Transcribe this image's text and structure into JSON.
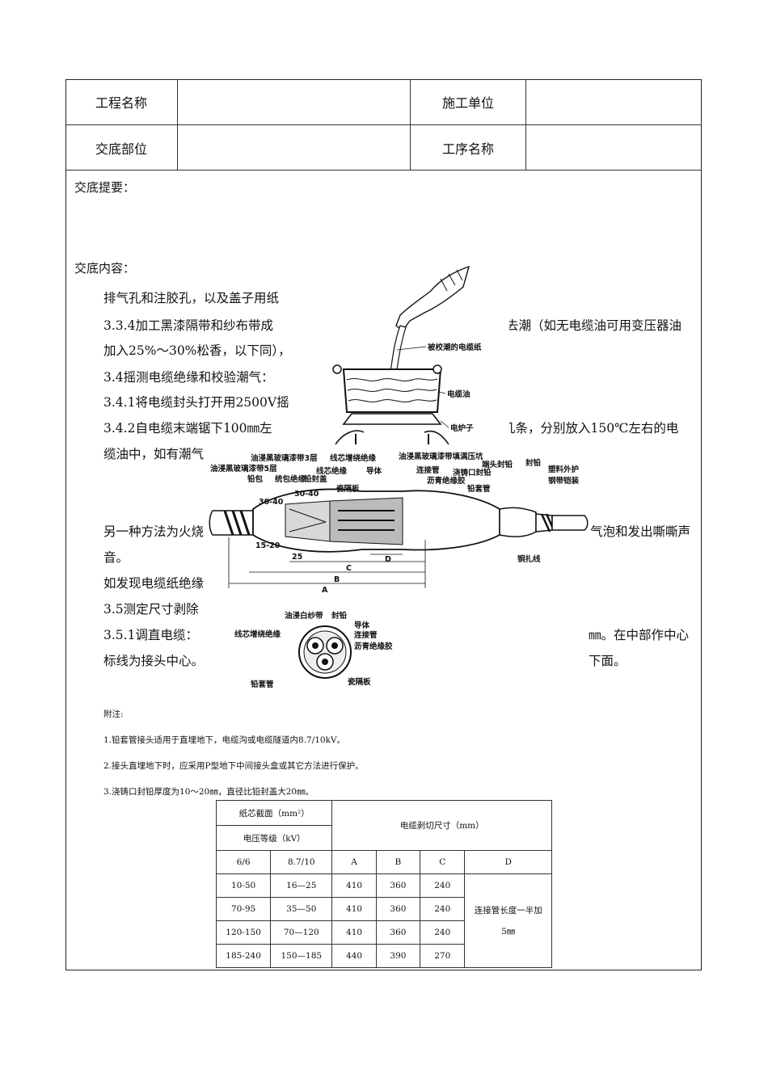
{
  "header": {
    "project_name_label": "工程名称",
    "project_name_value": "",
    "construction_unit_label": "施工单位",
    "construction_unit_value": "",
    "briefing_part_label": "交底部位",
    "briefing_part_value": "",
    "process_name_label": "工序名称",
    "process_name_value": ""
  },
  "summary_label": "交底提要：",
  "content_label": "交底内容：",
  "body_lines": [
    {
      "left": "排气孔和注胶孔，以及盖子用纸",
      "right": ""
    },
    {
      "left": "3.3.4加工黑漆隔带和纱布带成",
      "right": "去潮（如无电缆油可用变压器油"
    },
    {
      "left": "加入25%～30%松香，以下同），",
      "right": ""
    },
    {
      "left": "3.4摇测电缆绝缘和校验潮气：",
      "right": ""
    },
    {
      "left": "3.4.1将电缆封头打开用2500V摇",
      "right": "。"
    },
    {
      "left": "3.4.2自电缆末端锯下100㎜左",
      "right": "几条，分别放入150℃左右的电"
    },
    {
      "left": "缆油中，如有潮气",
      "right": ""
    },
    {
      "left": "另一种方法为火烧",
      "right": "气泡和发出嘶嘶声"
    },
    {
      "left": "音。",
      "right": ""
    },
    {
      "left": "如发现电缆纸绝缘",
      "right": ""
    },
    {
      "left": "3.5测定尺寸剥除",
      "right": ""
    },
    {
      "left": "3.5.1调直电缆：",
      "right": "㎜。在中部作中心"
    },
    {
      "left": "标线为接头中心。",
      "right": "下面。"
    }
  ],
  "figure_labels": {
    "fig1": [
      "被校潮的电缆纸",
      "电缆油",
      "电炉子"
    ],
    "fig2": [
      "油浸黑玻璃漆带3层",
      "油浸黑玻璃漆带5层",
      "铅包",
      "统包绝缘",
      "铅封盖",
      "线芯绝缘",
      "瓷隔板",
      "线芯增绕绝缘",
      "导体",
      "油浸黑玻璃漆带填满压坑",
      "连接管",
      "沥青绝缘胶",
      "浇铸口封铅",
      "铅套管",
      "端头封铅",
      "封铅",
      "塑料外护",
      "钢带铠装",
      "铜扎线",
      "30-40",
      "30-40",
      "15-20",
      "25",
      "A",
      "B",
      "C",
      "D"
    ],
    "fig3": [
      "油浸白纱带",
      "封铅",
      "导体",
      "线芯增绕绝缘",
      "连接管",
      "沥青绝缘胶",
      "铅套管",
      "瓷隔板"
    ]
  },
  "notes_title": "附注:",
  "notes": [
    "1.铅套管接头适用于直埋地下，电缆沟或电缆隧道内8.7/10kV。",
    "2.接头直埋地下时，应采用P型地下中间接头盒或其它方法进行保护。",
    "3.浇铸口封铅厚度为10～20㎜，直径比铅封盖大20㎜。"
  ],
  "spec_table": {
    "section_header": "纸芯截面（mm²）",
    "voltage_header": "电压等级（kV）",
    "cut_header": "电缆剥切尺寸（mm）",
    "columns": [
      "6/6",
      "8.7/10",
      "A",
      "B",
      "C",
      "D"
    ],
    "rows": [
      [
        "10-50",
        "16—25",
        "410",
        "360",
        "240"
      ],
      [
        "70-95",
        "35—50",
        "410",
        "360",
        "240"
      ],
      [
        "120-150",
        "70—120",
        "410",
        "360",
        "240"
      ],
      [
        "185-240",
        "150—185",
        "440",
        "390",
        "270"
      ]
    ],
    "d_value": "连接管长度一半加5㎜"
  }
}
